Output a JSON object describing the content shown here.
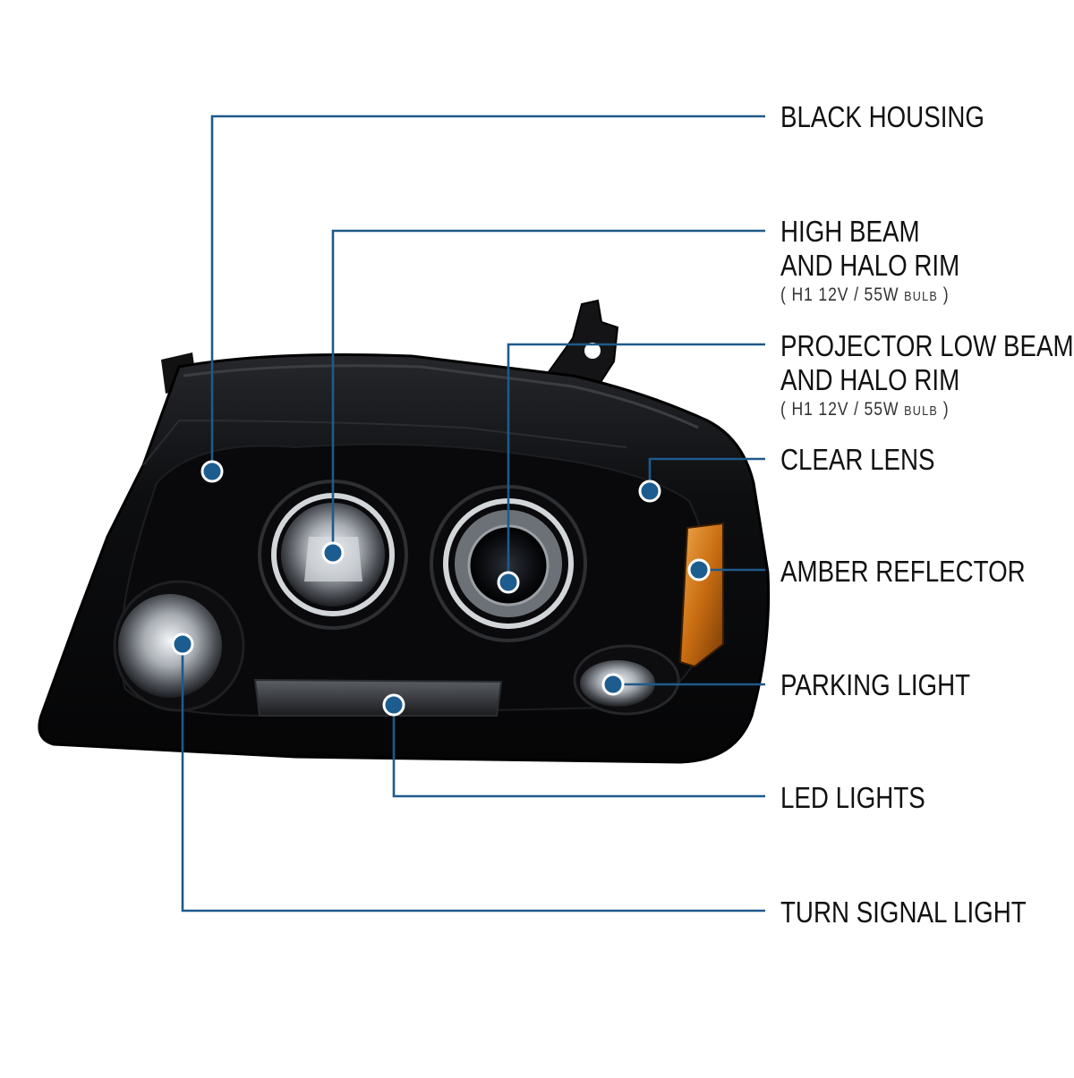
{
  "callout_color": "#1f5a8a",
  "dot_color": "#1d5c8f",
  "housing_color": "#0b0b0d",
  "amber_color": "#d9821f",
  "labels": {
    "black_housing": "BLACK HOUSING",
    "high_beam_line1": "HIGH BEAM",
    "high_beam_line2": "AND HALO RIM",
    "high_beam_note_bulb": "H1  12V / 55W",
    "high_beam_note_suffix": "BULB",
    "projector_line1": "PROJECTOR LOW BEAM",
    "projector_line2": "AND HALO RIM",
    "projector_note_bulb": "H1  12V / 55W",
    "projector_note_suffix": "BULB",
    "clear_lens": "CLEAR LENS",
    "amber_reflector": "AMBER REFLECTOR",
    "parking_light": "PARKING LIGHT",
    "led_lights": "LED LIGHTS",
    "turn_signal_light": "TURN SIGNAL LIGHT"
  }
}
